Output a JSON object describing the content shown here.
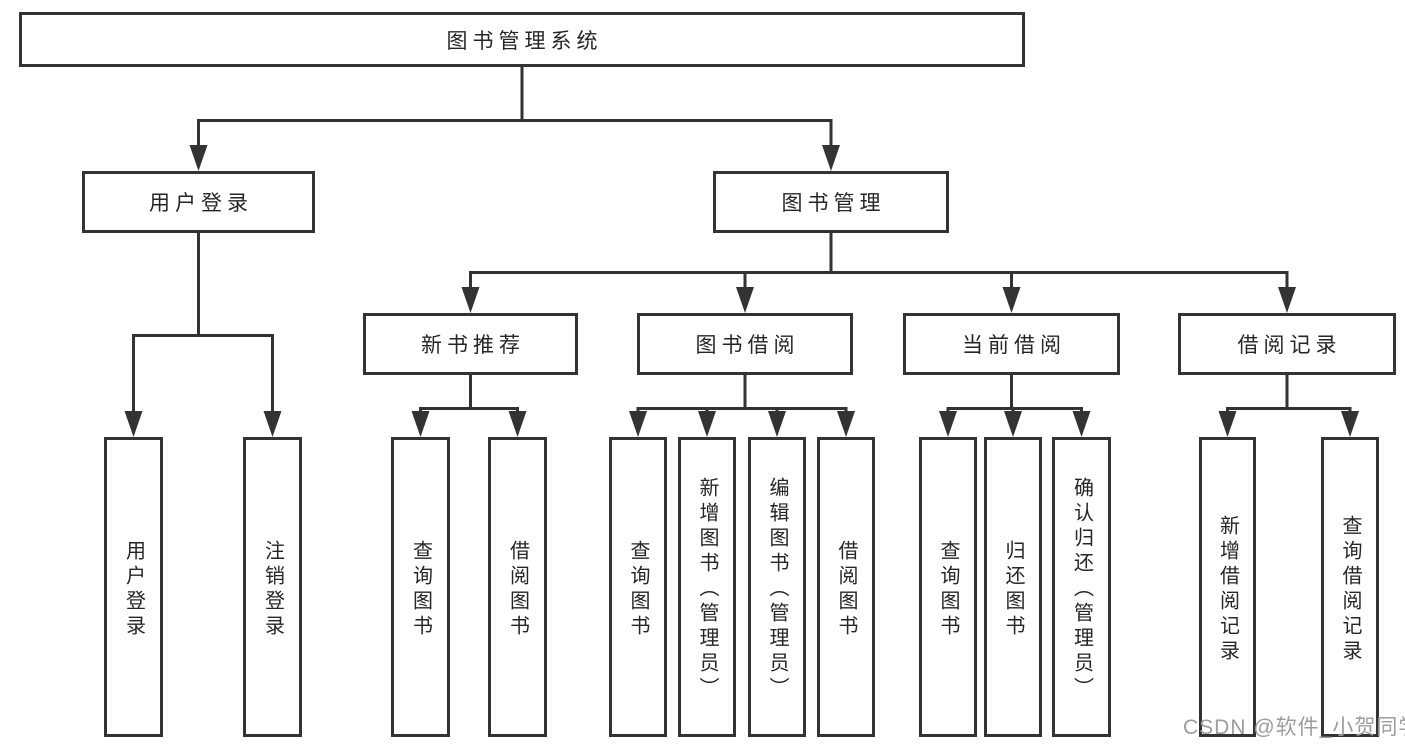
{
  "tree": {
    "root": "图书管理系统",
    "level2": [
      "用户登录",
      "图书管理"
    ],
    "level3": [
      "新书推荐",
      "图书借阅",
      "当前借阅",
      "借阅记录"
    ],
    "leaves_user_login": [
      "用户登录",
      "注销登录"
    ],
    "leaves_new_book": [
      "查询图书",
      "借阅图书"
    ],
    "leaves_book_borrow": [
      "查询图书",
      "新增图书（管理员）",
      "编辑图书（管理员）",
      "借阅图书"
    ],
    "leaves_current_borrow": [
      "查询图书",
      "归还图书",
      "确认归还（管理员）"
    ],
    "leaves_borrow_record": [
      "新增借阅记录",
      "查询借阅记录"
    ]
  },
  "watermark": {
    "text": "CSDN @软件_小贺同学"
  },
  "colors": {
    "stroke": "#333333",
    "text": "#262626",
    "watermark": "#9d9d9d",
    "background": "#ffffff"
  }
}
